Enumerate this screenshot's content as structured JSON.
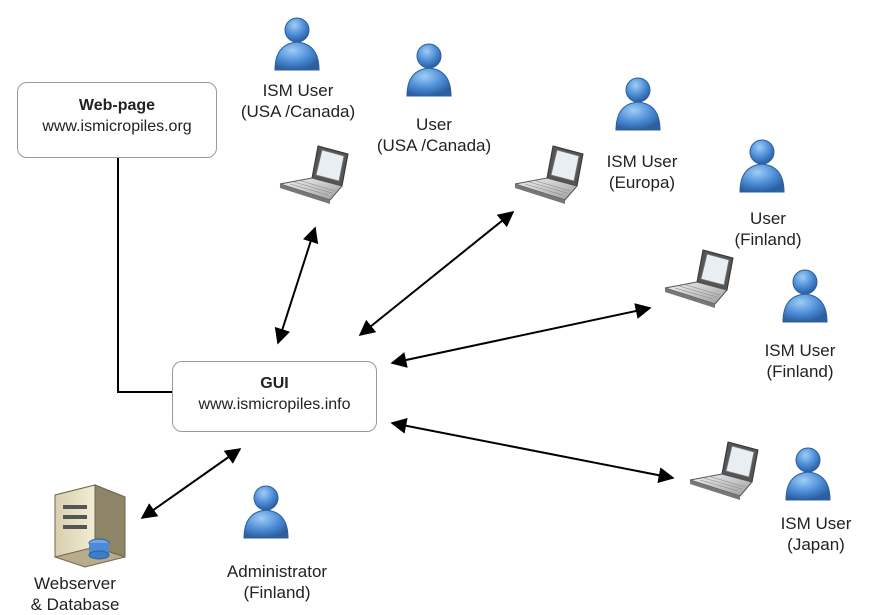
{
  "web_box": {
    "title": "Web-page",
    "url": "www.ismicropiles.org"
  },
  "gui_box": {
    "title": "GUI",
    "url": "www.ismicropiles.info"
  },
  "labels": {
    "ism_user_usa": [
      "ISM User",
      "(USA /Canada)"
    ],
    "user_usa": [
      "User",
      "(USA /Canada)"
    ],
    "ism_user_europa": [
      "ISM User",
      "(Europa)"
    ],
    "user_finland": [
      "User",
      "(Finland)"
    ],
    "ism_user_finland": [
      "ISM User",
      "(Finland)"
    ],
    "ism_user_japan": [
      "ISM User",
      "(Japan)"
    ],
    "administrator": [
      "Administrator",
      "(Finland)"
    ],
    "webserver": [
      "Webserver",
      "& Database"
    ]
  },
  "icons": [
    "user-icon",
    "laptop-icon",
    "server-icon"
  ],
  "colors": {
    "user_fill": "#3f7dc9",
    "user_light": "#8fc0f0",
    "arrow": "#000000",
    "box_border": "#9a9a9a"
  }
}
